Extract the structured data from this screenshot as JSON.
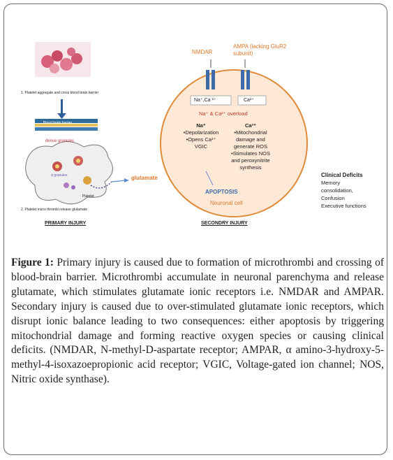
{
  "primary": {
    "step1": "1. Platelet aggregate and cross blood brain barrier",
    "bbb_label": "Blood brain barrier",
    "granules": "dense granules",
    "alpha_granules": "α granules",
    "platelet": "Platelet",
    "glutamate": "glutamate",
    "step2": "2. Platelet micro thrombi release glutamate",
    "title": "PRIMARY INJURY"
  },
  "secondary": {
    "nmdar": "NMDAR",
    "ampa": "AMPA (lacking GluR2 subunit)",
    "channel_left": "Na⁺,Ca ²⁺",
    "channel_right": "Ca²⁺",
    "overload": "Na⁺ & Ca²⁺ overload",
    "na_head": "Na⁺",
    "na_items": [
      "•Depolarization",
      "•Opens Ca²⁺",
      "VGIC"
    ],
    "ca_head": "Ca²⁺",
    "ca_items": [
      "•Mitochondrial",
      "damage and",
      "generate ROS",
      "•Stimulates NOS",
      "and peroxynitrite",
      "synthesis"
    ],
    "apoptosis": "APOPTOSIS",
    "neuronal": "Neuronal cell",
    "title": "SECONDRY INJURY"
  },
  "clinical": {
    "title": "Clinical Deficits",
    "items": [
      "Memory",
      "consolidation,",
      "Confusion",
      "Executive functions"
    ]
  },
  "figure": {
    "label": "Figure 1:",
    "text": " Primary injury is caused due to formation of microthrombi and crossing of blood-brain barrier. Microthrombi accumulate in neuronal parenchyma and release glutamate, which stimulates glutamate ionic receptors i.e. NMDAR and AMPAR. Secondary injury is caused due to over-stimulated glutamate ionic receptors, which disrupt ionic balance leading to two consequences: either apoptosis by triggering mitochondrial damage and forming reactive oxygen species or causing clinical deficits. (NMDAR, N-methyl-D-aspartate receptor; AMPAR, α amino-3-hydroxy-5-methyl-4-isoxazoepropionic acid receptor; VGIC, Voltage-gated ion channel; NOS, Nitric oxide synthase)."
  },
  "colors": {
    "orange": "#e0782a",
    "cell_fill": "#fde9d6",
    "cell_stroke": "#e08a3a",
    "receptor": "#3d6aa8",
    "bbb": "#2f6b9a"
  }
}
